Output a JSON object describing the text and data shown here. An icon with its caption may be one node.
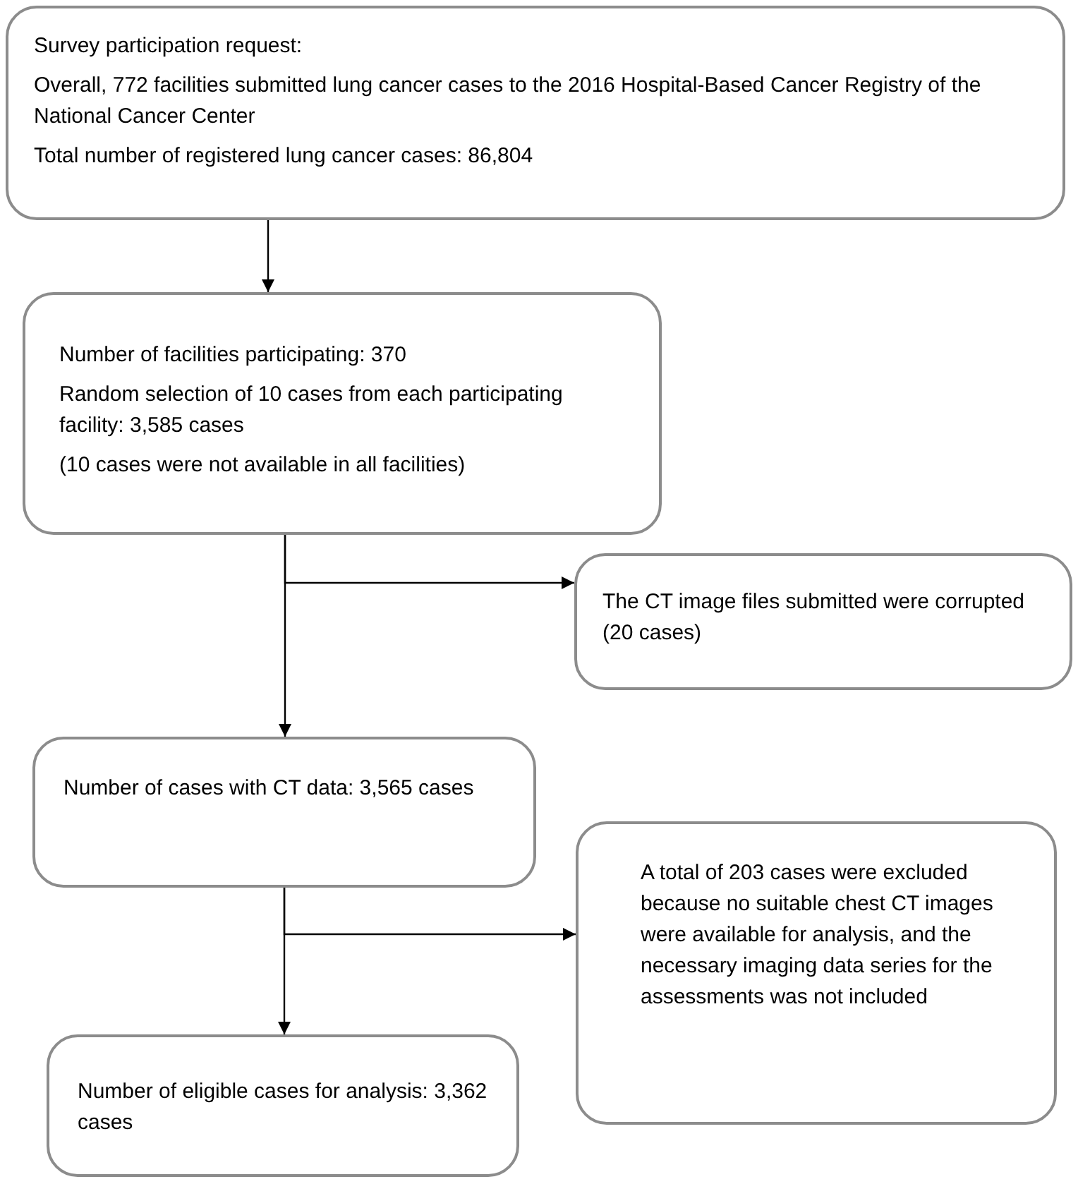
{
  "diagram": {
    "nodes": [
      {
        "text": [
          "Survey participation request:",
          "Overall, 772 facilities submitted lung cancer cases to the 2016 Hospital-Based Cancer Registry of the National Cancer Center",
          "Total number of registered lung cancer cases: 86,804"
        ]
      },
      {
        "text": [
          "Number of facilities participating: 370",
          "Random selection of 10 cases from each participating facility: 3,585 cases",
          "(10 cases were not available in all facilities)"
        ]
      },
      {
        "text": [
          "The CT image files submitted were corrupted (20 cases)"
        ]
      },
      {
        "text": [
          "Number of cases with CT data: 3,565 cases"
        ]
      },
      {
        "text": [
          "A total of 203 cases were excluded because no suitable chest CT images were available for analysis, and the necessary imaging data series for the assessments was not included"
        ]
      },
      {
        "text": [
          "Number of eligible cases for analysis: 3,362 cases"
        ]
      }
    ],
    "edges": [
      {
        "from": 0,
        "to": 1,
        "arrow": "to"
      },
      {
        "from": 1,
        "to": 3,
        "arrow": "to"
      },
      {
        "from": 1,
        "to": 2,
        "arrow": "to"
      },
      {
        "from": 3,
        "to": 5,
        "arrow": "to"
      },
      {
        "from": 3,
        "to": 4,
        "arrow": "to"
      }
    ]
  }
}
